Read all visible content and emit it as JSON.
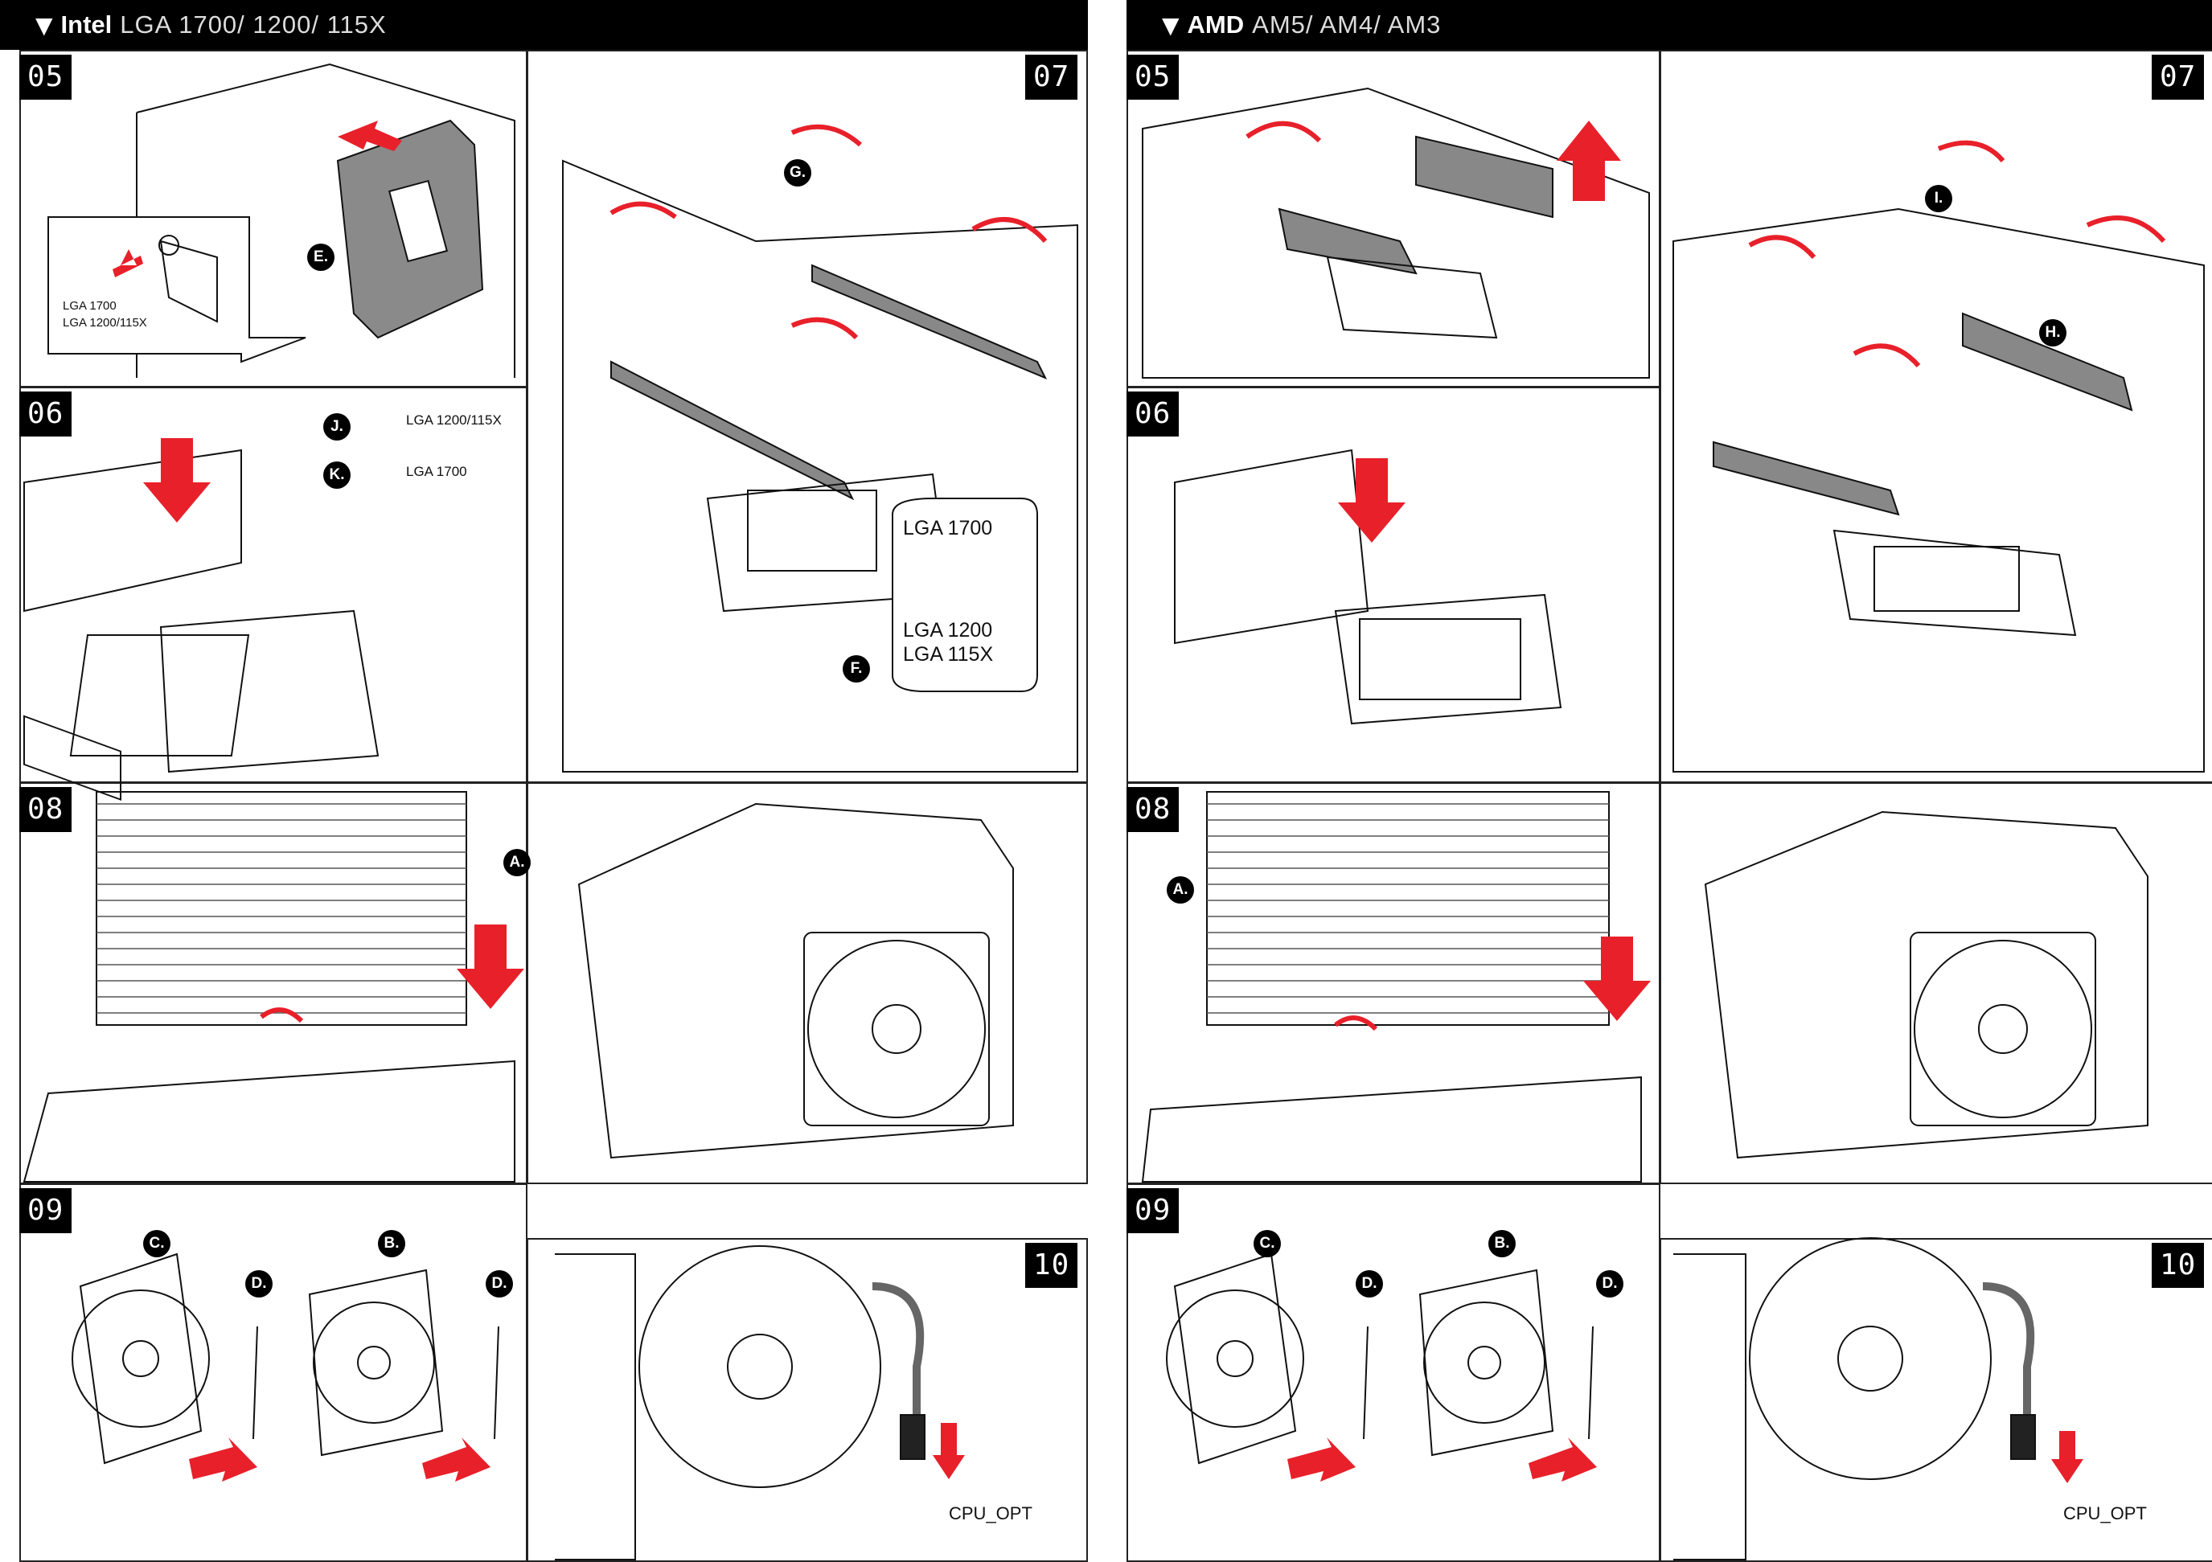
{
  "intel": {
    "header": {
      "brand": "Intel",
      "sockets": "LGA 1700/ 1200/ 115X"
    },
    "steps": {
      "s05": "05",
      "s06": "06",
      "s07": "07",
      "s08": "08",
      "s09": "09",
      "s10": "10"
    },
    "labels": {
      "e": "E.",
      "j": "J.",
      "k": "K.",
      "g": "G.",
      "f": "F.",
      "a": "A.",
      "c": "C.",
      "b": "B.",
      "d1": "D.",
      "d2": "D.",
      "lga1700_small": "LGA 1700",
      "lga1200_small": "LGA 1200/115X",
      "j_label": "LGA 1200/115X",
      "k_label": "LGA 1700",
      "lga1700_big": "LGA 1700",
      "lga1200_big": "LGA 1200",
      "lga115x_big": "LGA 115X",
      "cpu_opt": "CPU_OPT"
    }
  },
  "amd": {
    "header": {
      "brand": "AMD",
      "sockets": "AM5/ AM4/ AM3"
    },
    "steps": {
      "s05": "05",
      "s06": "06",
      "s07": "07",
      "s08": "08",
      "s09": "09",
      "s10": "10"
    },
    "labels": {
      "i": "I.",
      "h": "H.",
      "a": "A.",
      "c": "C.",
      "b": "B.",
      "d1": "D.",
      "d2": "D.",
      "cpu_opt": "CPU_OPT"
    }
  },
  "colors": {
    "arrow_red": "#e8202a",
    "ink": "#111111",
    "part_grey": "#7a7a7a"
  }
}
